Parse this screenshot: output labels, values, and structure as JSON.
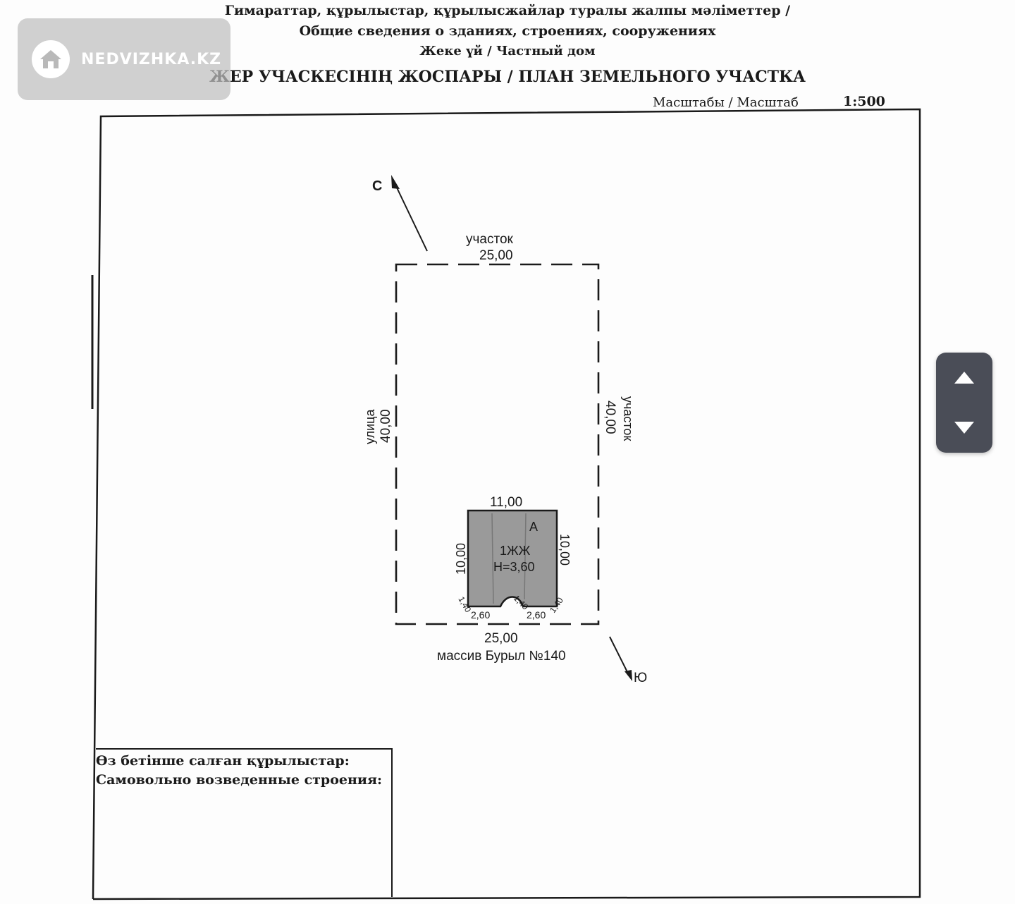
{
  "document": {
    "header_line1": "Гимараттар, құрылыстар, құрылысжайлар туралы жалпы мәліметтер /",
    "header_line2": "Общие сведения о зданиях, строениях, сооружениях",
    "header_line3": "Жеке үй / Частный дом",
    "title": "ЖЕР УЧАСКЕСІНІҢ ЖОСПАРЫ / ПЛАН ЗЕМЕЛЬНОГО УЧАСТКА",
    "scale_label": "Масштабы / Масштаб",
    "scale_value": "1:500"
  },
  "plan": {
    "north_label": "С",
    "south_label": "Ю",
    "top_neighbor": "участок",
    "top_length": "25,00",
    "left_neighbor": "улица",
    "left_length": "40,00",
    "right_neighbor": "участок",
    "right_length": "40,00",
    "bottom_length": "25,00",
    "bottom_address": "массив Бурыл №140",
    "building": {
      "top_length": "11,00",
      "left_length": "10,00",
      "right_length": "10,00",
      "letter": "А",
      "type": "1ЖЖ",
      "height": "Н=3,60",
      "bottom_dims": [
        "1,40",
        "2,60",
        "1,40",
        "2,60",
        "1,40"
      ]
    }
  },
  "unauthorized": {
    "line1": "Өз бетінше салған құрылыстар:",
    "line2": "Самовольно возведенные строения:"
  },
  "watermark": {
    "text": "NEDVIZHKA.KZ",
    "icon": "house-icon"
  },
  "controls": {
    "scroll_up_icon": "arrow-up-icon",
    "scroll_down_icon": "arrow-down-icon"
  }
}
